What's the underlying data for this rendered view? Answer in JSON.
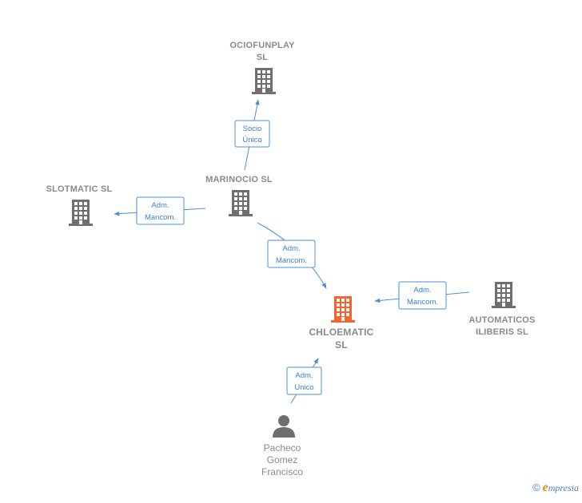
{
  "nodes": {
    "ociofunplay": {
      "label_lines": [
        "OCIOFUNPLAY",
        "SL"
      ],
      "color": "#6f6f6f"
    },
    "marinocio": {
      "label_lines": [
        "MARINOCIO SL"
      ],
      "color": "#6f6f6f"
    },
    "slotmatic": {
      "label_lines": [
        "SLOTMATIC  SL"
      ],
      "color": "#6f6f6f"
    },
    "chloematic": {
      "label_lines": [
        "CHLOEMATIC",
        "SL"
      ],
      "color": "#f26430"
    },
    "automaticos": {
      "label_lines": [
        "AUTOMATICOS",
        "ILIBERIS  SL"
      ],
      "color": "#6f6f6f"
    },
    "pacheco": {
      "label_lines": [
        "Pacheco",
        "Gomez",
        "Francisco"
      ],
      "color": "#6f6f6f"
    }
  },
  "edges": {
    "marinocio_ociofunplay": {
      "label_lines": [
        "Socio",
        "Único"
      ]
    },
    "marinocio_slotmatic": {
      "label_lines": [
        "Adm.",
        "Mancom."
      ]
    },
    "marinocio_chloematic": {
      "label_lines": [
        "Adm.",
        "Mancom."
      ]
    },
    "automaticos_chloematic": {
      "label_lines": [
        "Adm.",
        "Mancom."
      ]
    },
    "pacheco_chloematic": {
      "label_lines": [
        "Adm.",
        "Unico"
      ]
    }
  },
  "footer": {
    "copyright_symbol": "©",
    "brand_initial": "e",
    "brand_rest": "mpresia"
  },
  "colors": {
    "edge": "#4a90d9",
    "building": "#6f6f6f",
    "focus_building": "#f26430"
  }
}
